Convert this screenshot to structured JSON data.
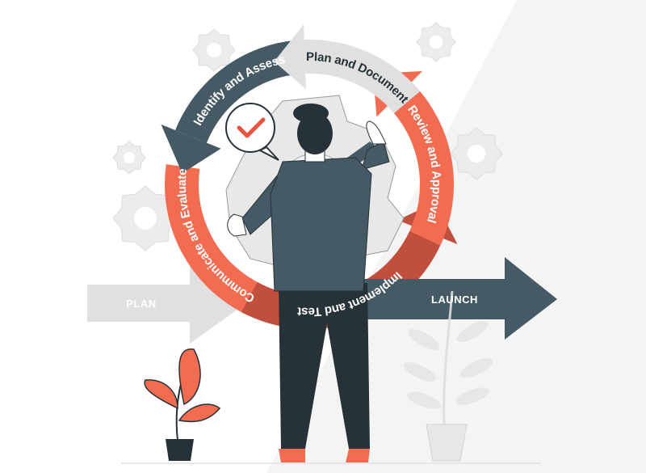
{
  "cycle": {
    "steps": [
      {
        "label": "Identify and Assess",
        "color": "#455a64",
        "text_color": "#ffffff"
      },
      {
        "label": "Plan and Document",
        "color": "#e0e0e0",
        "text_color": "#263238"
      },
      {
        "label": "Review and Approval",
        "color": "#f26c52",
        "text_color": "#ffffff"
      },
      {
        "label": "Implement and Test",
        "color": "#c0503d",
        "text_color": "#ffffff"
      },
      {
        "label": "Communicate and Evaluate",
        "color": "#f26c52",
        "text_color": "#ffffff"
      }
    ]
  },
  "flow": {
    "start_label": "PLAN",
    "end_label": "LAUNCH",
    "start_color": "#e0e0e0",
    "end_color": "#455a64"
  },
  "icons": [
    "checkmark-bubble-icon",
    "gear-icon",
    "plant-icon",
    "person-figure"
  ]
}
